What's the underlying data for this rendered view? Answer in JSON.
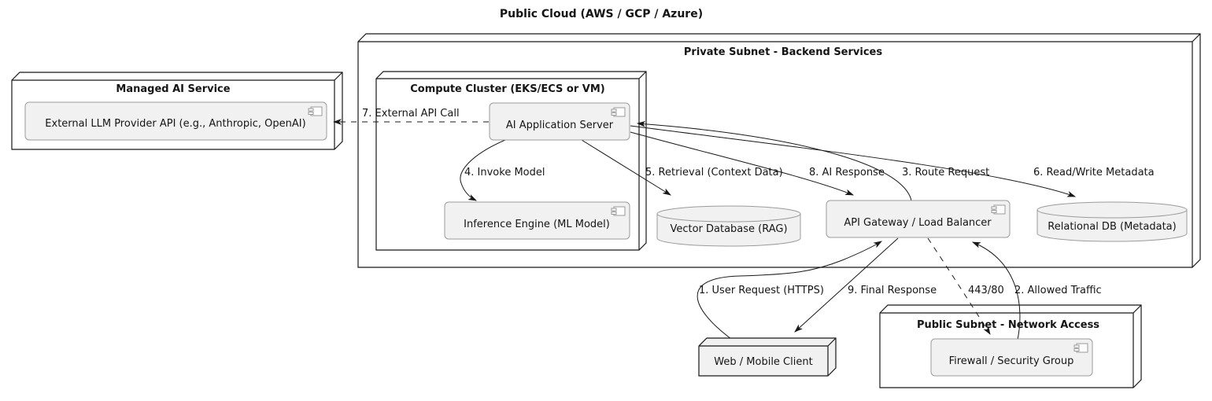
{
  "diagram": {
    "title": "Public Cloud (AWS / GCP / Azure)",
    "nodes": {
      "private_subnet": {
        "title": "Private Subnet - Backend Services"
      },
      "managed_ai": {
        "title": "Managed AI Service"
      },
      "compute_cluster": {
        "title": "Compute Cluster (EKS/ECS or VM)"
      },
      "public_subnet": {
        "title": "Public Subnet - Network Access"
      },
      "web_client": {
        "title": "Web / Mobile Client"
      }
    },
    "components": {
      "external_llm": {
        "label": "External LLM Provider API (e.g., Anthropic, OpenAI)"
      },
      "ai_app_server": {
        "label": "AI Application Server"
      },
      "inference_engine": {
        "label": "Inference Engine (ML Model)"
      },
      "api_gateway": {
        "label": "API Gateway / Load Balancer"
      },
      "firewall": {
        "label": "Firewall / Security Group"
      }
    },
    "databases": {
      "vector_db": {
        "label": "Vector Database (RAG)"
      },
      "relational_db": {
        "label": "Relational DB (Metadata)"
      }
    },
    "edges": {
      "user_request": {
        "label": "1. User Request (HTTPS)"
      },
      "allowed_traffic": {
        "label": "2. Allowed Traffic"
      },
      "route_request": {
        "label": "3. Route Request"
      },
      "invoke_model": {
        "label": "4. Invoke Model"
      },
      "retrieval": {
        "label": "5. Retrieval (Context Data)"
      },
      "read_write_metadata": {
        "label": "6. Read/Write Metadata"
      },
      "external_api_call": {
        "label": "7. External API Call"
      },
      "ai_response": {
        "label": "8. AI Response"
      },
      "final_response": {
        "label": "9. Final Response"
      },
      "ports": {
        "label": "443/80"
      }
    },
    "colors": {
      "node_border": "#181818",
      "component_fill": "#f1f1f1",
      "component_border": "#9b9b9b",
      "edge": "#181818",
      "text": "#151515",
      "background": "#ffffff"
    }
  }
}
